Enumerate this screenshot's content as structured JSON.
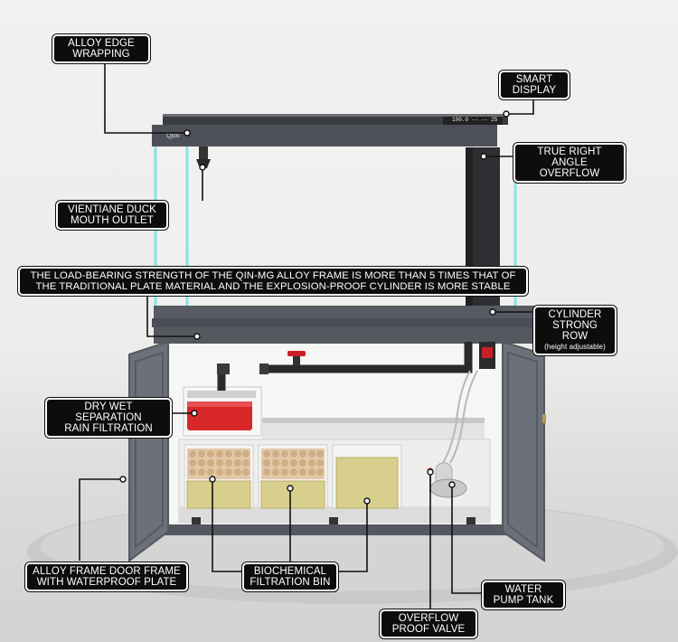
{
  "labels": {
    "alloy_edge": [
      "ALLOY EDGE",
      "WRAPPING"
    ],
    "smart_display": [
      "SMART",
      "DISPLAY"
    ],
    "right_angle": [
      "TRUE RIGHT ANGLE",
      "OVERFLOW"
    ],
    "duck_mouth": [
      "VIENTIANE DUCK",
      "MOUTH OUTLET"
    ],
    "strength": [
      "THE LOAD-BEARING STRENGTH OF THE QIN-MG ALLOY FRAME IS MORE THAN 5 TIMES THAT OF",
      "THE TRADITIONAL PLATE MATERIAL AND THE EXPLOSION-PROOF CYLINDER IS MORE STABLE"
    ],
    "cylinder_row": [
      "CYLINDER",
      "STRONG ROW"
    ],
    "cylinder_note": "(height adjustable)",
    "dry_wet": [
      "DRY WET SEPARATION",
      "RAIN FILTRATION"
    ],
    "door_frame": [
      "ALLOY FRAME DOOR FRAME",
      "WITH WATERPROOF PLATE"
    ],
    "biochem": [
      "BIOCHEMICAL",
      "FILTRATION BIN"
    ],
    "pump": [
      "WATER",
      "PUMP TANK"
    ],
    "valve": [
      "OVERFLOW",
      "PROOF VALVE"
    ]
  },
  "device": {
    "brand": "Qjoo",
    "readout": "100.0 -- -- 25"
  },
  "colors": {
    "label_bg": "#0d0d0d",
    "frame": "#4d5058",
    "glass": "#7fe0ea",
    "filter_red": "#d8282a",
    "valve_red": "#c8202a"
  }
}
